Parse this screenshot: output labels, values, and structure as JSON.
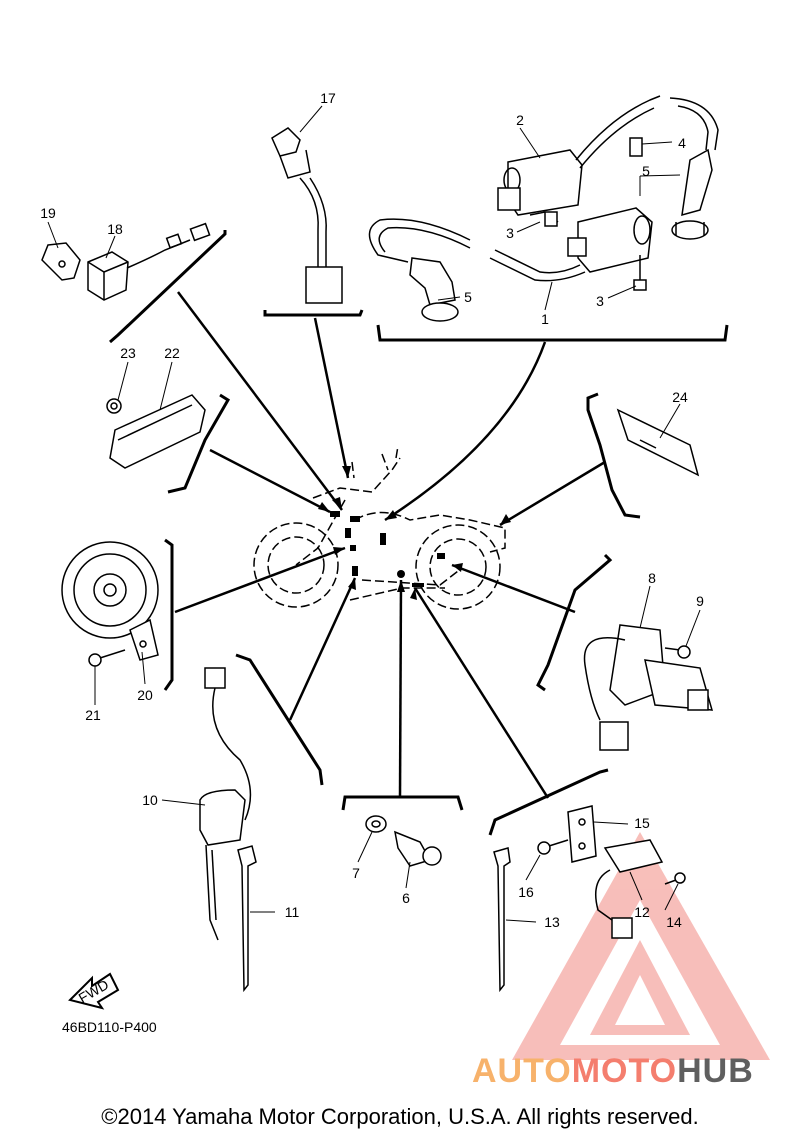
{
  "diagram": {
    "callouts": {
      "c1": "1",
      "c2": "2",
      "c3a": "3",
      "c3b": "3",
      "c4": "4",
      "c5a": "5",
      "c5b": "5",
      "c6": "6",
      "c7": "7",
      "c8": "8",
      "c9": "9",
      "c10": "10",
      "c11": "11",
      "c12": "12",
      "c13": "13",
      "c14": "14",
      "c15": "15",
      "c16": "16",
      "c17": "17",
      "c18": "18",
      "c19": "19",
      "c20": "20",
      "c21": "21",
      "c22": "22",
      "c23": "23",
      "c24": "24"
    },
    "fwd_label": "FWD",
    "reference_code": "46BD110-P400"
  },
  "watermark": {
    "part1": "AUTO",
    "part2": "MOTO",
    "part3": "HUB",
    "colors": {
      "auto": "#f7b26b",
      "moto": "#f47e6e",
      "hub": "#5f5f5f",
      "triangle": "#f28a82"
    }
  },
  "footer": {
    "copyright": "©2014 Yamaha Motor Corporation, U.S.A. All rights reserved."
  }
}
